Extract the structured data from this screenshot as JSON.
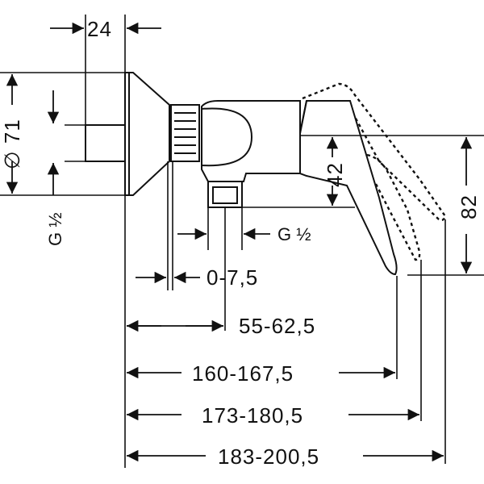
{
  "drawing": {
    "top_offset": "24",
    "flange_diameter": "∅ 71",
    "thread_inlet": "G ½",
    "thread_outlet": "G ½",
    "body_height": "42",
    "handle_height": "82",
    "adjust_range": "0-7,5",
    "dim_a": "55-62,5",
    "dim_b": "160-167,5",
    "dim_c": "173-180,5",
    "dim_d": "183-200,5"
  },
  "colors": {
    "ink": "#111111",
    "background": "#ffffff"
  }
}
